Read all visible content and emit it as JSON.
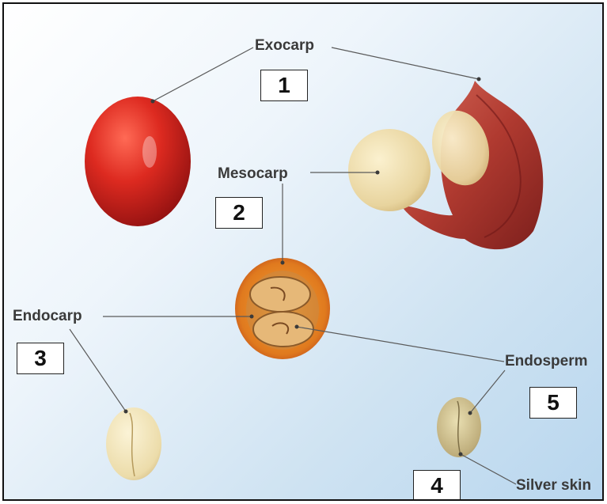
{
  "labels": {
    "exocarp": "Exocarp",
    "mesocarp": "Mesocarp",
    "endocarp": "Endocarp",
    "endosperm": "Endosperm",
    "silver_skin": "Silver skin"
  },
  "numbers": {
    "n1": "1",
    "n2": "2",
    "n3": "3",
    "n4": "4",
    "n5": "5"
  },
  "colors": {
    "cherry_red": "#d8231f",
    "husk_red": "#b84a3c",
    "bean_cream": "#ecdcb0",
    "cross_section_orange": "#e07a1e",
    "background_blue": "#cfe3f2"
  }
}
